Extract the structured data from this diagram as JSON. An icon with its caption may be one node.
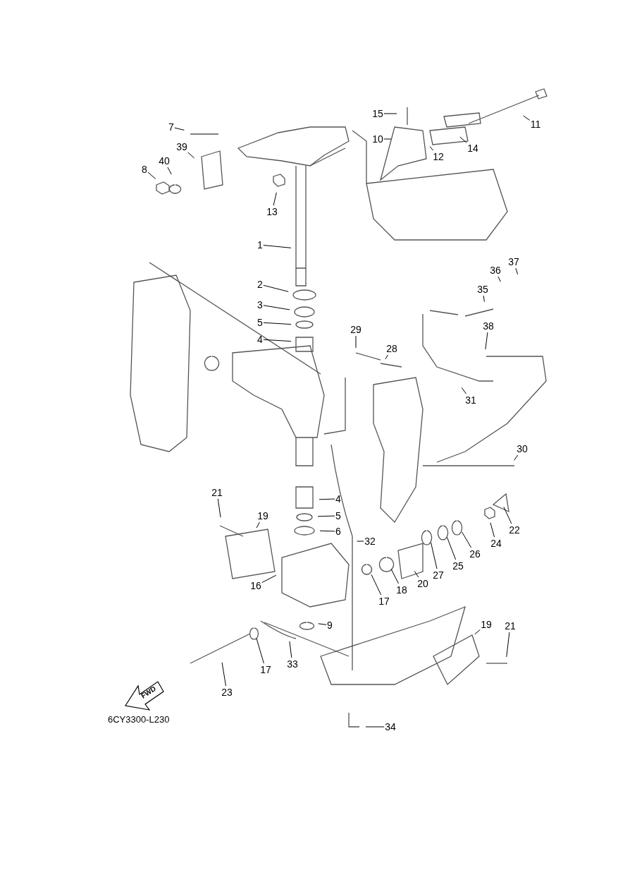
{
  "diagram": {
    "nodes": [
      {
        "text": [
          "15"
        ]
      },
      {
        "text": [
          "10"
        ]
      },
      {
        "text": [
          "12"
        ]
      },
      {
        "text": [
          "14"
        ]
      },
      {
        "text": [
          "11"
        ]
      },
      {
        "text": [
          "7"
        ]
      },
      {
        "text": [
          "39"
        ]
      },
      {
        "text": [
          "40"
        ]
      },
      {
        "text": [
          "8"
        ]
      },
      {
        "text": [
          "13"
        ]
      },
      {
        "text": [
          "1"
        ]
      },
      {
        "text": [
          "2"
        ]
      },
      {
        "text": [
          "3"
        ]
      },
      {
        "text": [
          "5"
        ]
      },
      {
        "text": [
          "4"
        ]
      },
      {
        "text": [
          "29"
        ]
      },
      {
        "text": [
          "28"
        ]
      },
      {
        "text": [
          "36"
        ]
      },
      {
        "text": [
          "37"
        ]
      },
      {
        "text": [
          "35"
        ]
      },
      {
        "text": [
          "38"
        ]
      },
      {
        "text": [
          "31"
        ]
      },
      {
        "text": [
          "30"
        ]
      },
      {
        "text": [
          "21"
        ]
      },
      {
        "text": [
          "19"
        ]
      },
      {
        "text": [
          "4"
        ]
      },
      {
        "text": [
          "5"
        ]
      },
      {
        "text": [
          "6"
        ]
      },
      {
        "text": [
          "32"
        ]
      },
      {
        "text": [
          "22"
        ]
      },
      {
        "text": [
          "24"
        ]
      },
      {
        "text": [
          "26"
        ]
      },
      {
        "text": [
          "25"
        ]
      },
      {
        "text": [
          "27"
        ]
      },
      {
        "text": [
          "20"
        ]
      },
      {
        "text": [
          "18"
        ]
      },
      {
        "text": [
          "17"
        ]
      },
      {
        "text": [
          "16"
        ]
      },
      {
        "text": [
          "9"
        ]
      },
      {
        "text": [
          "19"
        ]
      },
      {
        "text": [
          "21"
        ]
      },
      {
        "text": [
          "23"
        ]
      },
      {
        "text": [
          "17"
        ]
      },
      {
        "text": [
          "33"
        ]
      },
      {
        "text": [
          "34"
        ]
      }
    ],
    "edges": [
      {
        "from": 0,
        "to": null,
        "arrow": "none"
      },
      {
        "from": 1,
        "to": null,
        "arrow": "none"
      },
      {
        "from": 2,
        "to": null,
        "arrow": "none"
      },
      {
        "from": 3,
        "to": null,
        "arrow": "none"
      },
      {
        "from": 4,
        "to": null,
        "arrow": "none"
      },
      {
        "from": 5,
        "to": null,
        "arrow": "none"
      },
      {
        "from": 6,
        "to": null,
        "arrow": "none"
      },
      {
        "from": 7,
        "to": null,
        "arrow": "none"
      },
      {
        "from": 8,
        "to": null,
        "arrow": "none"
      },
      {
        "from": 9,
        "to": null,
        "arrow": "none"
      },
      {
        "from": 10,
        "to": null,
        "arrow": "none"
      },
      {
        "from": 11,
        "to": null,
        "arrow": "none"
      },
      {
        "from": 12,
        "to": null,
        "arrow": "none"
      },
      {
        "from": 13,
        "to": null,
        "arrow": "none"
      },
      {
        "from": 14,
        "to": null,
        "arrow": "none"
      },
      {
        "from": 15,
        "to": null,
        "arrow": "none"
      },
      {
        "from": 16,
        "to": null,
        "arrow": "none"
      },
      {
        "from": 17,
        "to": null,
        "arrow": "none"
      },
      {
        "from": 18,
        "to": null,
        "arrow": "none"
      },
      {
        "from": 19,
        "to": null,
        "arrow": "none"
      },
      {
        "from": 20,
        "to": null,
        "arrow": "none"
      },
      {
        "from": 21,
        "to": null,
        "arrow": "none"
      },
      {
        "from": 22,
        "to": null,
        "arrow": "none"
      },
      {
        "from": 23,
        "to": null,
        "arrow": "none"
      },
      {
        "from": 24,
        "to": null,
        "arrow": "none"
      },
      {
        "from": 25,
        "to": null,
        "arrow": "none"
      },
      {
        "from": 26,
        "to": null,
        "arrow": "none"
      },
      {
        "from": 27,
        "to": null,
        "arrow": "none"
      },
      {
        "from": 28,
        "to": null,
        "arrow": "none"
      },
      {
        "from": 29,
        "to": null,
        "arrow": "none"
      },
      {
        "from": 30,
        "to": null,
        "arrow": "none"
      },
      {
        "from": 31,
        "to": null,
        "arrow": "none"
      },
      {
        "from": 32,
        "to": null,
        "arrow": "none"
      },
      {
        "from": 33,
        "to": null,
        "arrow": "none"
      },
      {
        "from": 34,
        "to": null,
        "arrow": "none"
      },
      {
        "from": 35,
        "to": null,
        "arrow": "none"
      },
      {
        "from": 36,
        "to": null,
        "arrow": "none"
      },
      {
        "from": 37,
        "to": null,
        "arrow": "none"
      },
      {
        "from": 38,
        "to": null,
        "arrow": "none"
      },
      {
        "from": 39,
        "to": null,
        "arrow": "none"
      },
      {
        "from": 40,
        "to": null,
        "arrow": "none"
      },
      {
        "from": 41,
        "to": null,
        "arrow": "none"
      },
      {
        "from": 42,
        "to": null,
        "arrow": "none"
      },
      {
        "from": 43,
        "to": null,
        "arrow": "none"
      },
      {
        "from": 44,
        "to": null,
        "arrow": "none"
      }
    ],
    "labels": [
      "FWD",
      "6CY3300-L230"
    ]
  }
}
